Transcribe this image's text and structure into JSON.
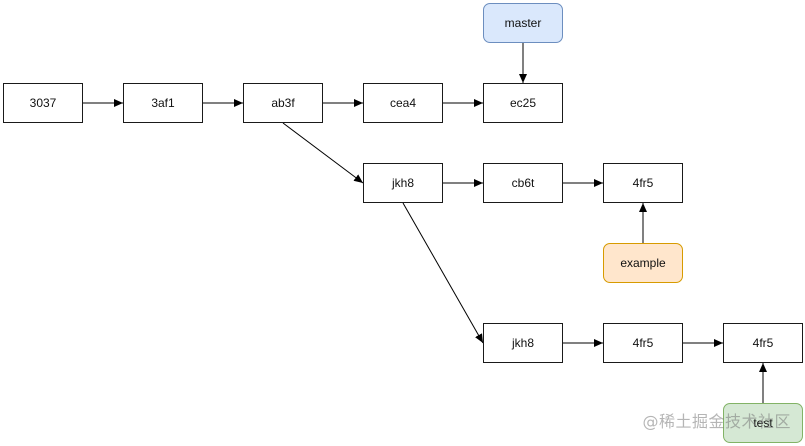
{
  "commits": {
    "c1": "3037",
    "c2": "3af1",
    "c3": "ab3f",
    "c4": "cea4",
    "c5": "ec25",
    "c6": "jkh8",
    "c7": "cb6t",
    "c8": "4fr5",
    "c9": "jkh8",
    "c10": "4fr5",
    "c11": "4fr5"
  },
  "labels": {
    "master": "master",
    "example": "example",
    "test": "test"
  },
  "edges": [
    [
      "c1",
      "c2"
    ],
    [
      "c2",
      "c3"
    ],
    [
      "c3",
      "c4"
    ],
    [
      "c4",
      "c5"
    ],
    [
      "c3",
      "c6"
    ],
    [
      "c6",
      "c7"
    ],
    [
      "c7",
      "c8"
    ],
    [
      "c6",
      "c9"
    ],
    [
      "c9",
      "c10"
    ],
    [
      "c10",
      "c11"
    ],
    [
      "master",
      "c5"
    ],
    [
      "example",
      "c8"
    ],
    [
      "test",
      "c11"
    ]
  ],
  "colors": {
    "master_fill": "#dae8fc",
    "example_fill": "#ffe6cc",
    "test_fill": "#d5e8d4"
  },
  "watermark": "@稀土掘金技术社区"
}
